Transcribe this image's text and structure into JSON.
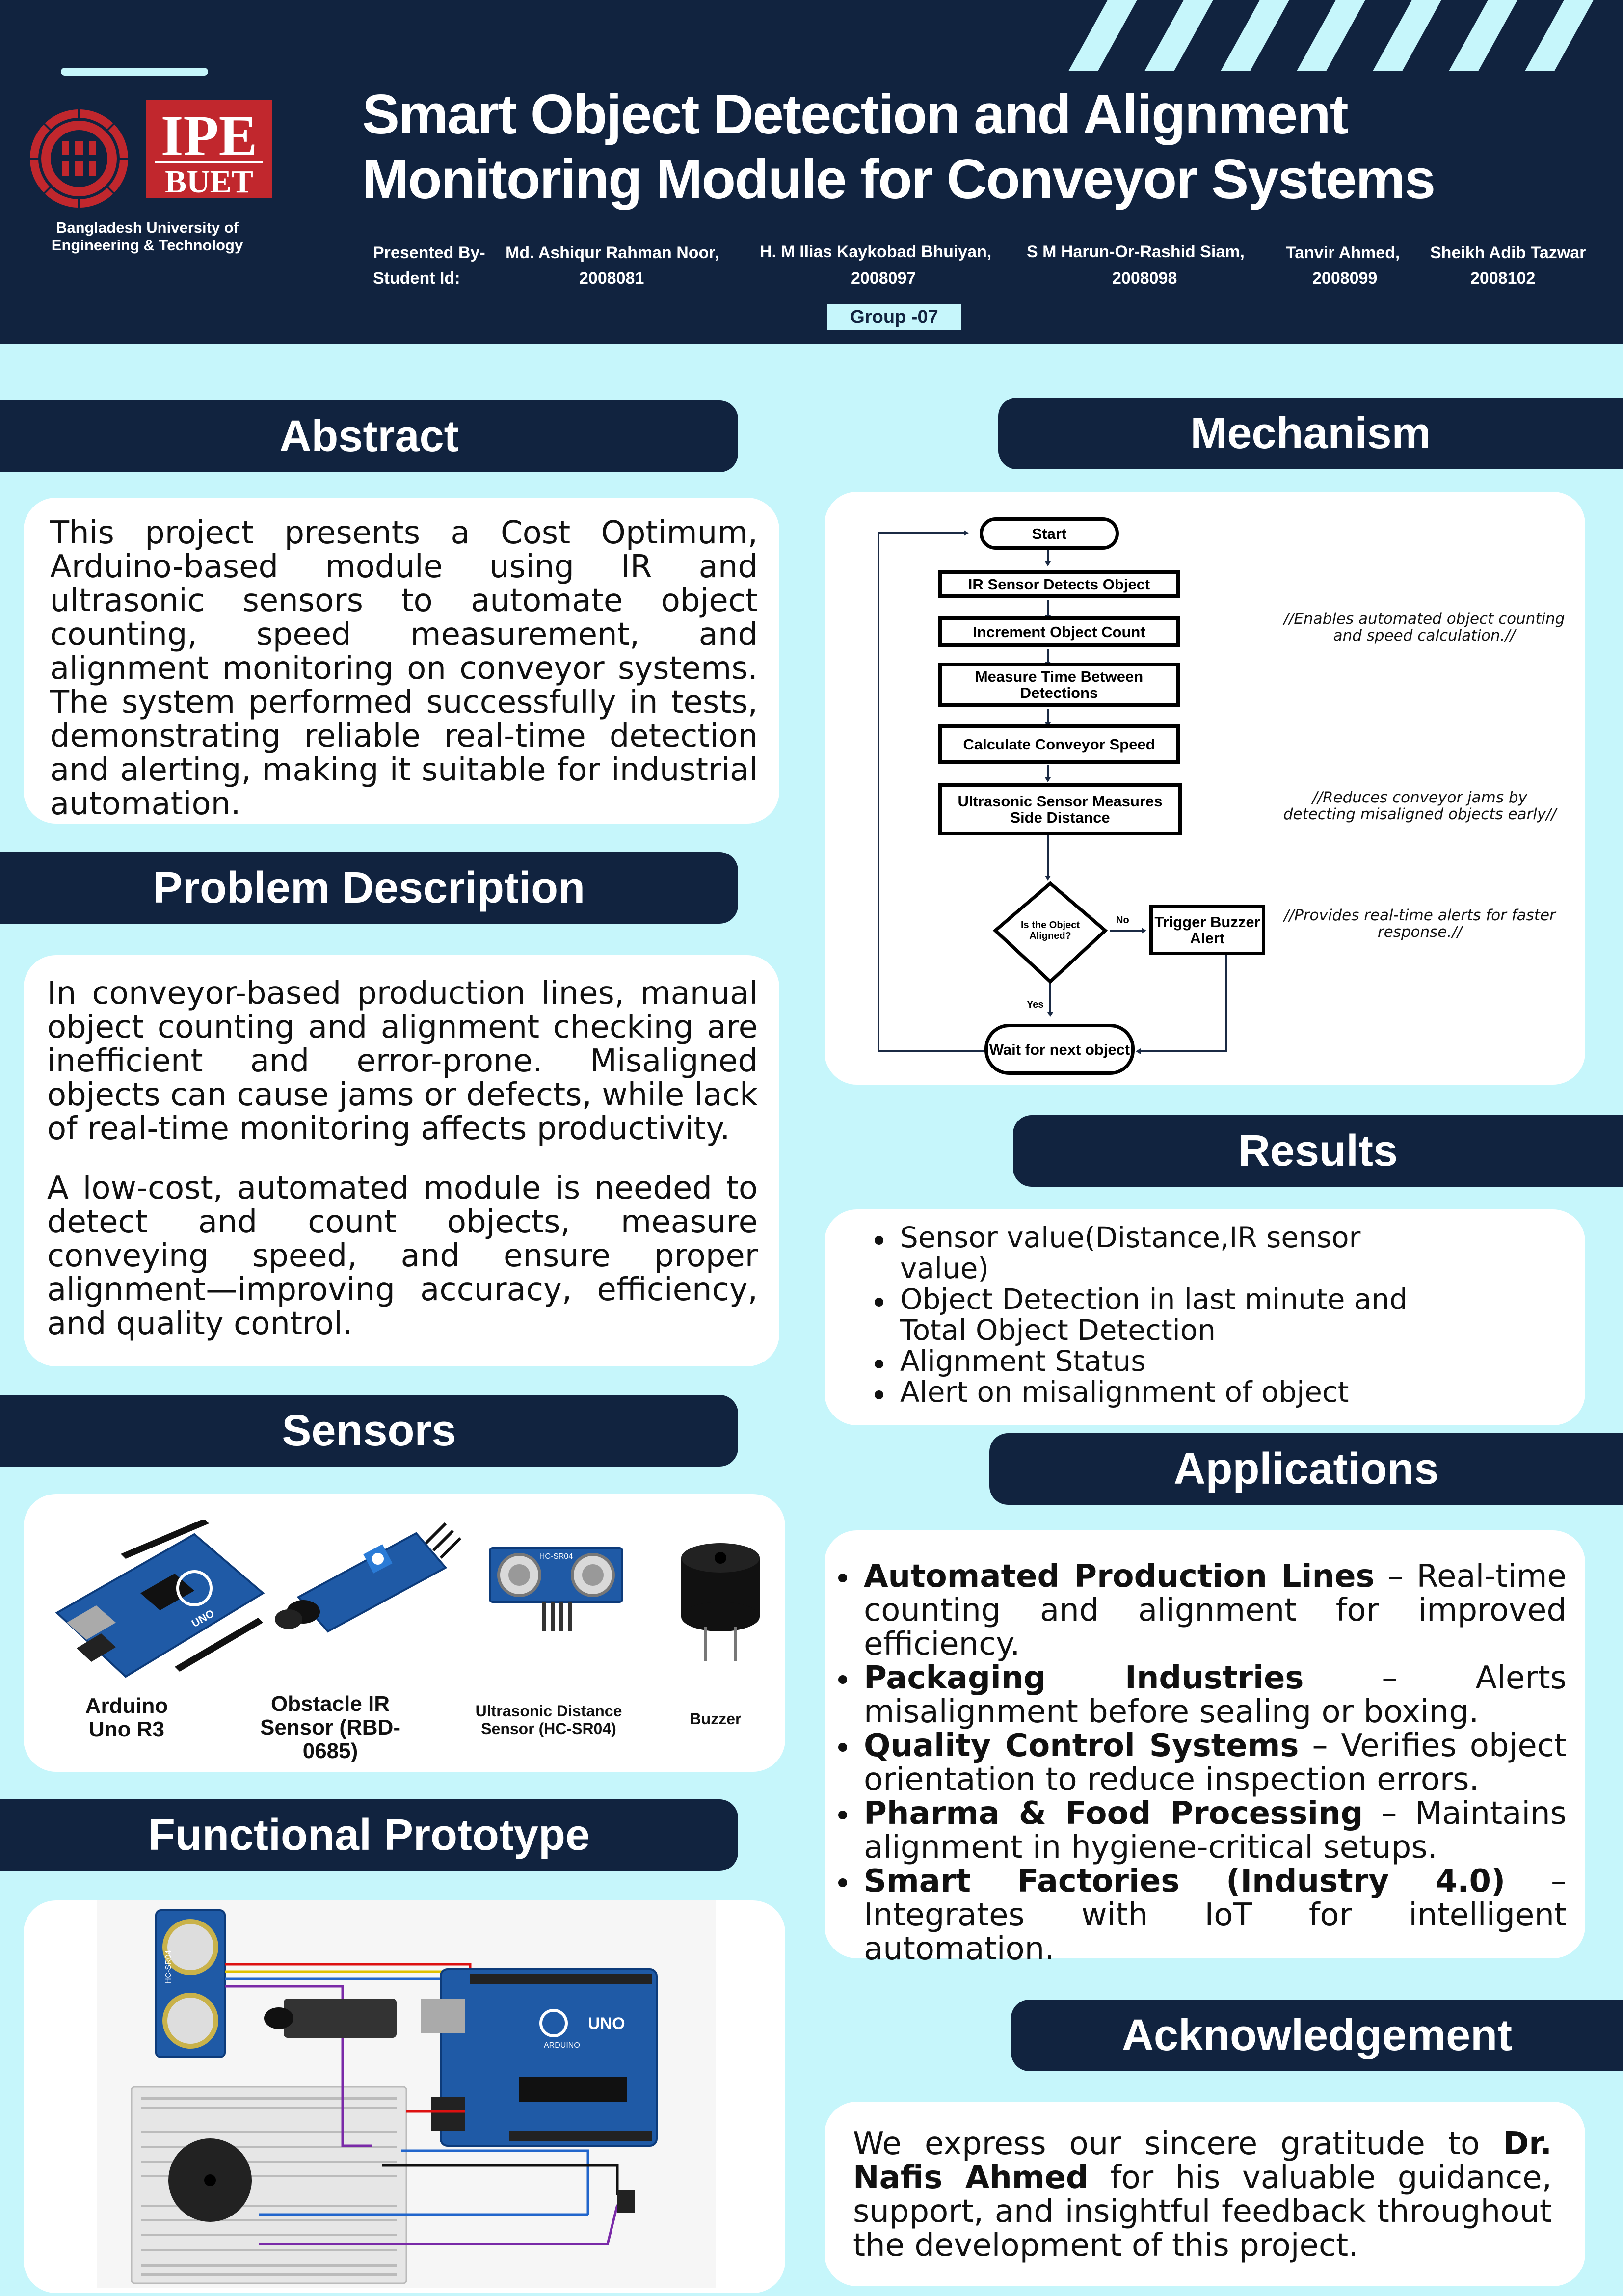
{
  "header": {
    "university": "Bangladesh University of Engineering & Technology",
    "logo_text": "IPE BUET",
    "title_line1": "Smart Object Detection and Alignment",
    "title_line2": "Monitoring Module for Conveyor Systems",
    "presented_by_label": "Presented By-",
    "student_id_label": "Student Id:",
    "members": [
      {
        "name": "Md. Ashiqur Rahman Noor,",
        "id": "2008081"
      },
      {
        "name": "H. M Ilias Kaykobad Bhuiyan,",
        "id": "2008097"
      },
      {
        "name": "S M Harun-Or-Rashid Siam,",
        "id": "2008098"
      },
      {
        "name": "Tanvir Ahmed,",
        "id": "2008099"
      },
      {
        "name": "Sheikh Adib Tazwar",
        "id": "2008102"
      }
    ],
    "group": "Group -07"
  },
  "abstract": {
    "heading": "Abstract",
    "text": "This project presents a Cost Optimum, Arduino-based module using IR and ultrasonic sensors to automate object counting, speed measurement, and alignment monitoring on conveyor systems. The system performed successfully in tests, demonstrating reliable real-time detection and alerting, making it suitable for industrial automation."
  },
  "problem": {
    "heading": "Problem Description",
    "para1": " In conveyor-based production lines, manual object counting and alignment checking are inefficient and error-prone. Misaligned objects can cause jams or defects, while lack of real-time monitoring affects productivity.",
    "para2": "A low-cost, automated module is needed to detect and count objects, measure conveying speed, and ensure proper alignment—improving accuracy, efficiency, and quality control."
  },
  "sensors": {
    "heading": "Sensors",
    "items": [
      {
        "label": "Arduino\nUno R3"
      },
      {
        "label": "Obstacle IR\nSensor (RBD-\n0685)"
      },
      {
        "label": "Ultrasonic Distance\nSensor (HC-SR04)"
      },
      {
        "label": "Buzzer"
      }
    ],
    "ultrasonic_marking": "HC-SR04"
  },
  "prototype": {
    "heading": "Functional Prototype",
    "board_label": "UNO",
    "board_brand": "ARDUINO",
    "sensor_marking": "HC-SR04"
  },
  "mechanism": {
    "heading": "Mechanism",
    "steps": {
      "start": "Start",
      "ir_detect": "IR Sensor Detects Object",
      "increment": "Increment Object Count",
      "measure_time": "Measure Time Between Detections",
      "calc_speed": "Calculate Conveyor Speed",
      "ultrasonic": "Ultrasonic Sensor Measures Side Distance",
      "decision": "Is the Object Aligned?",
      "buzzer": "Trigger Buzzer Alert",
      "wait": "Wait for next object",
      "no_label": "No",
      "yes_label": "Yes"
    },
    "notes": {
      "note1": "//Enables automated object counting and speed calculation.//",
      "note2": "//Reduces conveyor jams by detecting misaligned objects early//",
      "note3": "//Provides real-time alerts for faster response.//"
    }
  },
  "results": {
    "heading": "Results",
    "items": [
      "Sensor value(Distance,IR sensor value)",
      "Object Detection in last minute and Total Object Detection",
      "Alignment Status",
      "Alert on misalignment of object"
    ]
  },
  "applications": {
    "heading": "Applications",
    "items": [
      {
        "bold": "Automated Production Lines",
        "rest": " – Real-time counting and alignment for improved efficiency."
      },
      {
        "bold": "Packaging Industries",
        "rest": " – Alerts misalignment before sealing or boxing."
      },
      {
        "bold": "Quality Control Systems",
        "rest": " – Verifies object orientation to reduce inspection errors."
      },
      {
        "bold": "Pharma & Food Processing",
        "rest": " – Maintains alignment in hygiene-critical setups."
      },
      {
        "bold": "Smart Factories (Industry 4.0)",
        "rest": " – Integrates with IoT for intelligent automation."
      }
    ]
  },
  "acknowledgement": {
    "heading": "Acknowledgement",
    "pre": "We express our sincere gratitude to ",
    "name": "Dr. Nafis Ahmed",
    "post": " for his valuable guidance, support, and insightful feedback throughout the development of this project."
  },
  "colors": {
    "navy": "#11233f",
    "background": "#c6f6fb",
    "ipe_red": "#c1272d",
    "arduino_blue": "#1f5aa6"
  }
}
